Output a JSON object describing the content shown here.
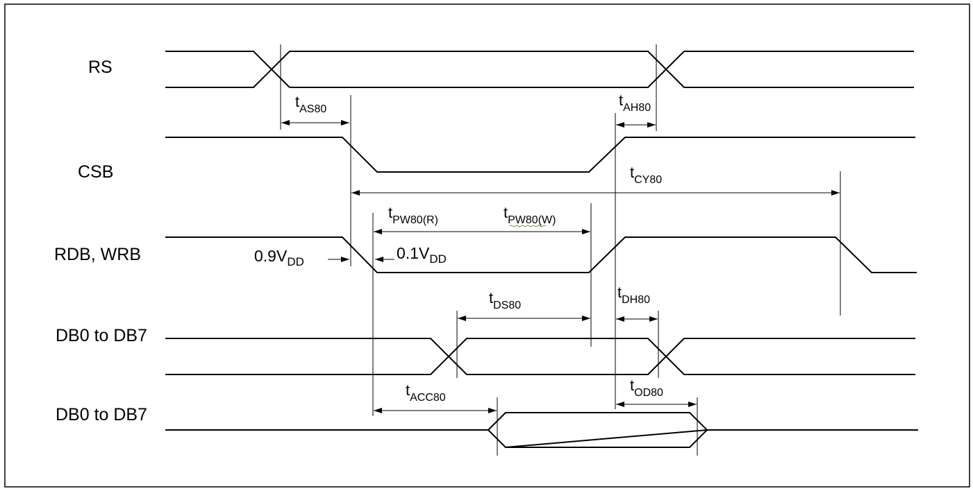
{
  "signals": {
    "rs": "RS",
    "csb": "CSB",
    "rdb_wrb": "RDB, WRB",
    "db_in": "DB0 to DB7",
    "db_out": "DB0 to DB7"
  },
  "timing": {
    "tas": {
      "main": "t",
      "sub": "AS80"
    },
    "tah": {
      "main": "t",
      "sub": "AH80"
    },
    "tcy": {
      "main": "t",
      "sub": "CY80"
    },
    "tpw_r": {
      "main": "t",
      "sub": "PW80(R)"
    },
    "tpw_w": {
      "main": "t",
      "sub": "PW80(W)"
    },
    "tds": {
      "main": "t",
      "sub": "DS80"
    },
    "tdh": {
      "main": "t",
      "sub": "DH80"
    },
    "tacc": {
      "main": "t",
      "sub": "ACC80"
    },
    "tod": {
      "main": "t",
      "sub": "OD80"
    }
  },
  "thresholds": {
    "high": {
      "main": "0.9V",
      "sub": "DD"
    },
    "low": {
      "main": "0.1V",
      "sub": "DD"
    }
  }
}
